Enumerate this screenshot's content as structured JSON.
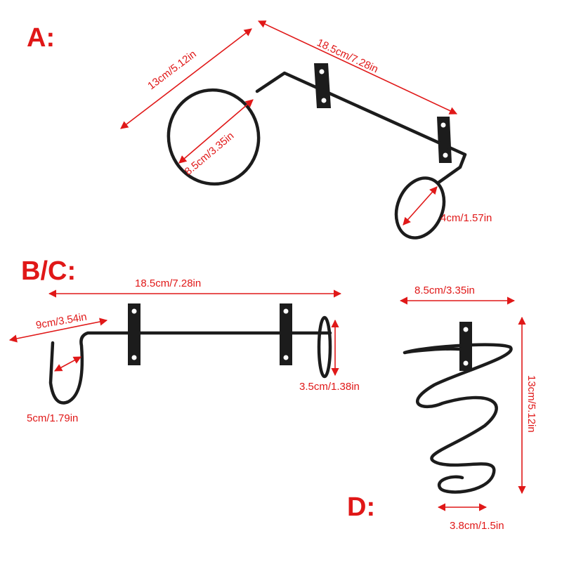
{
  "colors": {
    "label": "#e01818",
    "metal": "#1c1c1c",
    "background": "#ffffff"
  },
  "sections": {
    "a": "A:",
    "bc": "B/C:",
    "d": "D:"
  },
  "dimensions": {
    "a_width": "13cm/5.12in",
    "a_length": "18.5cm/7.28in",
    "a_big_ring": "8.5cm/3.35in",
    "a_small_ring": "4cm/1.57in",
    "bc_length": "18.5cm/7.28in",
    "bc_hook_width": "9cm/3.54in",
    "bc_hook_depth": "5cm/1.79in",
    "bc_ring": "3.5cm/1.38in",
    "d_width": "8.5cm/3.35in",
    "d_height": "13cm/5.12in",
    "d_bottom": "3.8cm/1.5in"
  }
}
